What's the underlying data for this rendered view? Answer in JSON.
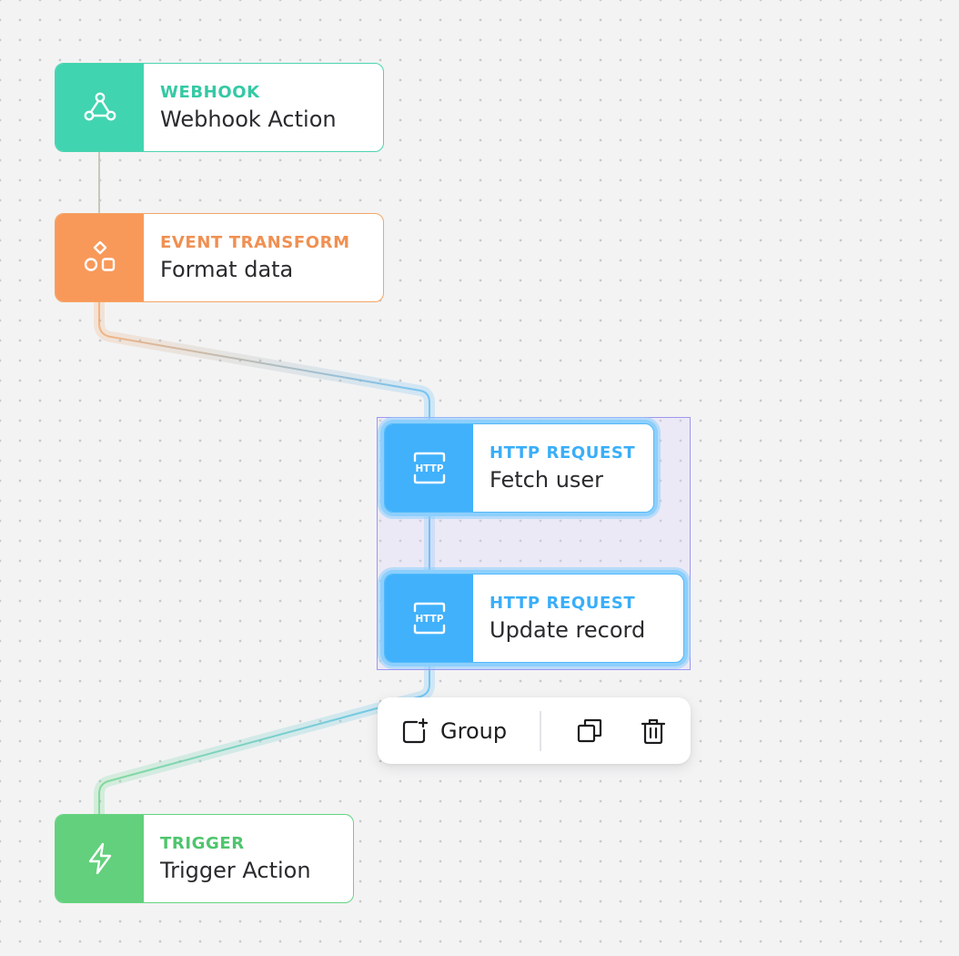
{
  "nodes": {
    "webhook": {
      "type_label": "WEBHOOK",
      "name": "Webhook Action",
      "icon": "webhook-icon"
    },
    "transform": {
      "type_label": "EVENT TRANSFORM",
      "name": "Format data",
      "icon": "shapes-icon"
    },
    "fetch": {
      "type_label": "HTTP REQUEST",
      "name": "Fetch user",
      "icon": "http-icon",
      "selected": true
    },
    "update": {
      "type_label": "HTTP REQUEST",
      "name": "Update record",
      "icon": "http-icon",
      "selected": true
    },
    "trigger": {
      "type_label": "TRIGGER",
      "name": "Trigger Action",
      "icon": "lightning-icon"
    }
  },
  "http_icon_text": "HTTP",
  "toolbar": {
    "group_label": "Group",
    "group_icon": "add-group-icon",
    "duplicate_icon": "duplicate-icon",
    "delete_icon": "trash-icon"
  },
  "colors": {
    "webhook": "#41d4b1",
    "transform": "#f8995a",
    "http": "#41b1fb",
    "trigger": "#62d07c",
    "selection": "#9d97f0"
  }
}
